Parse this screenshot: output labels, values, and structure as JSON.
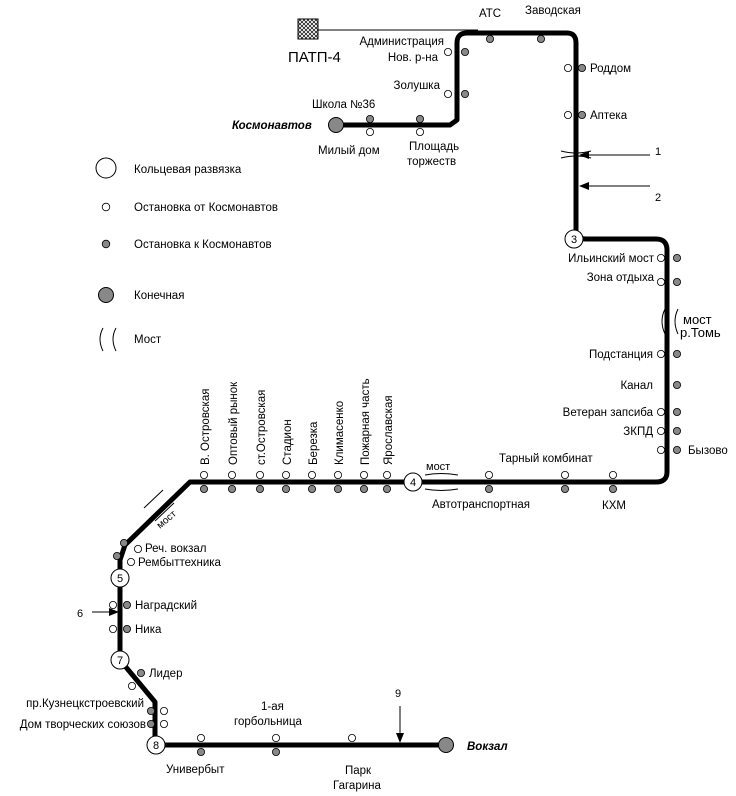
{
  "depot": {
    "name": "ПАТП-4"
  },
  "terminals": {
    "kosmonavtov": "Космонавтов",
    "vokzal": "Вокзал"
  },
  "legend": {
    "ring": "Кольцевая развязка",
    "stop_from": "Остановка от Космонавтов",
    "stop_to": "Остановка к Космонавтов",
    "terminal": "Конечная",
    "bridge": "Мост"
  },
  "stops": {
    "ats": "АТС",
    "zavodskaya": "Заводская",
    "admin1": "Администрация",
    "admin2": "Нов. р-на",
    "zolushka": "Золушка",
    "school": "Школа №36",
    "milyi_dom": "Милый дом",
    "ploshchad1": "Площадь",
    "ploshchad2": "торжеств",
    "roddom": "Роддом",
    "apteka": "Аптека",
    "ilinskiy": "Ильинский мост",
    "zona": "Зона отдыха",
    "most_tom1": "мост",
    "most_tom2": "р.Томь",
    "podstanciya": "Подстанция",
    "kanal": "Канал",
    "veteran": "Ветеран запсиба",
    "zkpd": "ЗКПД",
    "byzovo": "Бызово",
    "tarnyi": "Тарный комбинат",
    "khm": "КХМ",
    "avtotrans": "Автотранспортная",
    "most4": "мост",
    "v_ostrov": "В. Островская",
    "optovyi": "Оптовый рынок",
    "st_ostrov": "ст.Островская",
    "stadion": "Стадион",
    "berezka": "Березка",
    "klimasenko": "Климасенко",
    "pozharnaya": "Пожарная часть",
    "yaroslavskaya": "Ярославская",
    "most_diag": "мост",
    "rech_vokzal": "Реч. вокзал",
    "rembyt": "Рембыттехника",
    "nagradskiy": "Наградский",
    "nika": "Ника",
    "lider": "Лидер",
    "kuznets": "пр.Кузнецкстроевский",
    "dom_tv": "Дом творческих союзов",
    "bolnica1": "1-ая",
    "bolnica2": "горбольница",
    "univerbyt": "Универбыт",
    "park1": "Парк",
    "park2": "Гагарина"
  },
  "rings": {
    "r3": "3",
    "r4": "4",
    "r5": "5",
    "r7": "7",
    "r8": "8"
  },
  "markers": {
    "m1": "1",
    "m2": "2",
    "m6": "6",
    "m9": "9"
  }
}
